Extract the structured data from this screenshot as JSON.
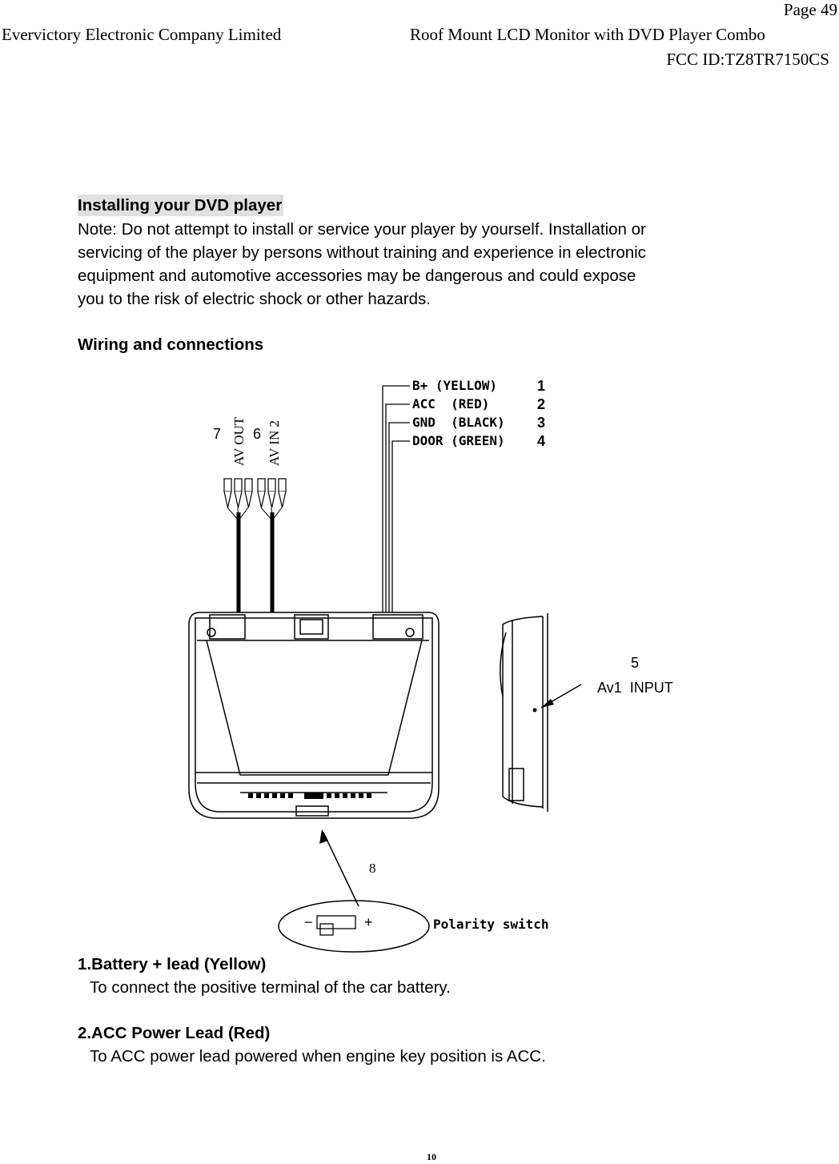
{
  "header": {
    "page": "Page 49",
    "company": "Evervictory Electronic Company Limited",
    "product": "Roof Mount LCD Monitor with DVD Player Combo",
    "fcc_id": "FCC ID:TZ8TR7150CS"
  },
  "section": {
    "title": "Installing your DVD player",
    "note_lines": [
      "Note: Do not attempt to install or service your player by yourself. Installation or",
      "servicing of the player by persons without training and experience in electronic",
      "equipment and automotive accessories may be dangerous and could expose",
      "you to the risk of electric shock or other hazards."
    ]
  },
  "wiring": {
    "title": "Wiring and connections",
    "wires": [
      {
        "label": "B+ (YELLOW)",
        "num": "1"
      },
      {
        "label": "ACC  (RED)",
        "num": "2"
      },
      {
        "label": "GND  (BLACK)",
        "num": "3"
      },
      {
        "label": "DOOR (GREEN)",
        "num": "4"
      }
    ],
    "av_out_num": "7",
    "av_out_label": "AV OUT",
    "av_in_num": "6",
    "av_in_label": "AV IN 2",
    "av1_num": "5",
    "av1_label": "Av1  INPUT",
    "switch_num": "8",
    "switch_label": "Polarity switch",
    "switch_minus": "−",
    "switch_plus": "+"
  },
  "items": [
    {
      "title": "1.Battery + lead (Yellow)",
      "desc": "To connect the positive terminal of the car battery."
    },
    {
      "title": "2.ACC Power Lead (Red)",
      "desc": "To ACC power lead powered when engine key position is ACC."
    }
  ],
  "footer": {
    "page_number": "10"
  }
}
